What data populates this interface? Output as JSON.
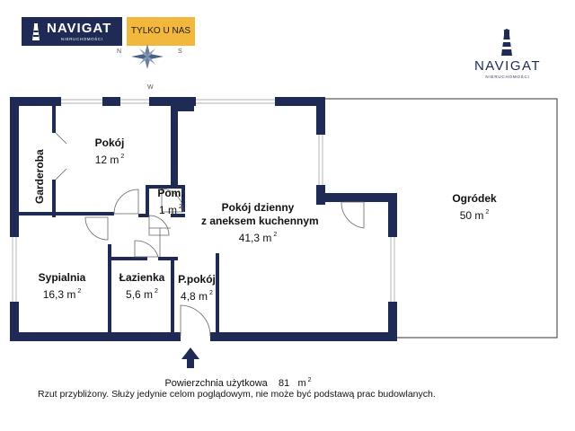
{
  "branding": {
    "logo_name": "NAVIGAT",
    "logo_sub": "NIERUCHOMOŚCI",
    "badge": "TYLKO U NAS"
  },
  "compass": {
    "n": "N",
    "s": "S",
    "w": "W"
  },
  "rooms": {
    "garderoba": {
      "name": "Garderoba"
    },
    "pokoj": {
      "name": "Pokój",
      "area": "12 m"
    },
    "pom": {
      "name": "Pom.",
      "area": "1 m"
    },
    "dzienny": {
      "name_line1": "Pokój dzienny",
      "name_line2": "z aneksem kuchennym",
      "area": "41,3 m"
    },
    "ogrodek": {
      "name": "Ogródek",
      "area": "50 m"
    },
    "sypialnia": {
      "name": "Sypialnia",
      "area": "16,3 m"
    },
    "lazienka": {
      "name": "Łazienka",
      "area": "5,6 m"
    },
    "przedpokoj": {
      "name": "P.pokój",
      "area": "4,8 m"
    }
  },
  "unit_sup": "2",
  "footer": {
    "area_label": "Powierzchnia użytkowa",
    "area_value": "81",
    "area_unit": "m",
    "disclaimer": "Rzut przybliżony. Służy jedynie celom poglądowym, nie może być podstawą prac budowlanych."
  },
  "colors": {
    "wall": "#1f2a55",
    "badge": "#f2b83d",
    "garden_border": "#333333"
  }
}
